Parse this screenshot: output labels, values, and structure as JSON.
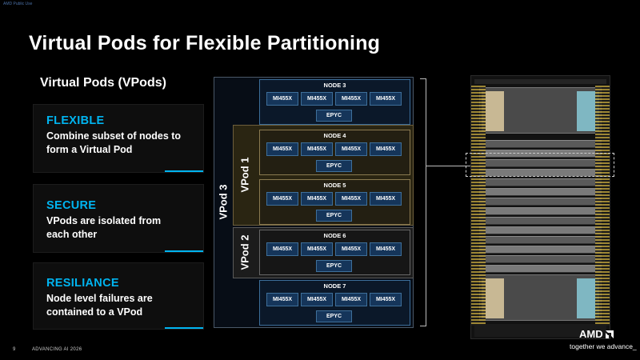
{
  "classification": "AMD Public Use",
  "title": "Virtual Pods for Flexible Partitioning",
  "subtitle": "Virtual Pods (VPods)",
  "cards": [
    {
      "heading": "FLEXIBLE",
      "body": "Combine subset of nodes to form a Virtual Pod"
    },
    {
      "heading": "SECURE",
      "body": "VPods are isolated from each other"
    },
    {
      "heading": "RESILIANCE",
      "body": "Node level failures are contained to a VPod"
    }
  ],
  "vpods": {
    "vpod3": "VPod 3",
    "vpod1": "VPod 1",
    "vpod2": "VPod 2"
  },
  "nodes": [
    {
      "label": "NODE 3",
      "gpus": [
        "MI455X",
        "MI455X",
        "MI455X",
        "MI455X"
      ],
      "cpu": "EPYC"
    },
    {
      "label": "NODE 4",
      "gpus": [
        "MI455X",
        "MI455X",
        "MI455X",
        "MI455X"
      ],
      "cpu": "EPYC"
    },
    {
      "label": "NODE 5",
      "gpus": [
        "MI455X",
        "MI455X",
        "MI455X",
        "MI455X"
      ],
      "cpu": "EPYC"
    },
    {
      "label": "NODE 6",
      "gpus": [
        "MI455X",
        "MI455X",
        "MI455X",
        "MI455X"
      ],
      "cpu": "EPYC"
    },
    {
      "label": "NODE 7",
      "gpus": [
        "MI455X",
        "MI455X",
        "MI455X",
        "MI455X"
      ],
      "cpu": "EPYC"
    }
  ],
  "footer": {
    "page": "9",
    "event": "ADVANCING AI 2026"
  },
  "brand": {
    "logo": "AMD",
    "tagline": "together we advance_",
    "accent": "#00b4f0"
  }
}
